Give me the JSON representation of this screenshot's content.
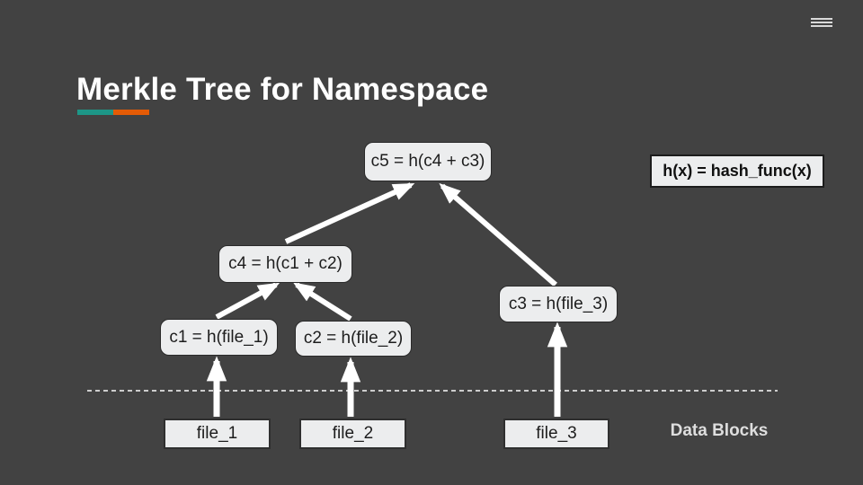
{
  "header": {
    "title": "Merkle Tree for Namespace"
  },
  "menu": {
    "icon": "hamburger-menu-icon"
  },
  "legend": {
    "formula": "h(x) = hash_func(x)"
  },
  "diagram": {
    "nodes": {
      "c5": {
        "label": "c5 = h(c4 + c3)"
      },
      "c4": {
        "label": "c4 = h(c1 + c2)"
      },
      "c3": {
        "label": "c3 = h(file_3)"
      },
      "c1": {
        "label": "c1 = h(file_1)"
      },
      "c2": {
        "label": "c2 = h(file_2)"
      },
      "file_1": {
        "label": "file_1"
      },
      "file_2": {
        "label": "file_2"
      },
      "file_3": {
        "label": "file_3"
      }
    },
    "edges": [
      {
        "from": "c4",
        "to": "c5"
      },
      {
        "from": "c3",
        "to": "c5"
      },
      {
        "from": "c1",
        "to": "c4"
      },
      {
        "from": "c2",
        "to": "c4"
      },
      {
        "from": "file_1",
        "to": "c1"
      },
      {
        "from": "file_2",
        "to": "c2"
      },
      {
        "from": "file_3",
        "to": "c3"
      }
    ],
    "data_blocks_label": "Data Blocks"
  },
  "colors": {
    "background": "#424242",
    "accent_teal": "#1d9687",
    "accent_orange": "#e45b06",
    "box_fill": "#ecedee",
    "arrow": "#ffffff",
    "title_text": "#ffffff"
  }
}
